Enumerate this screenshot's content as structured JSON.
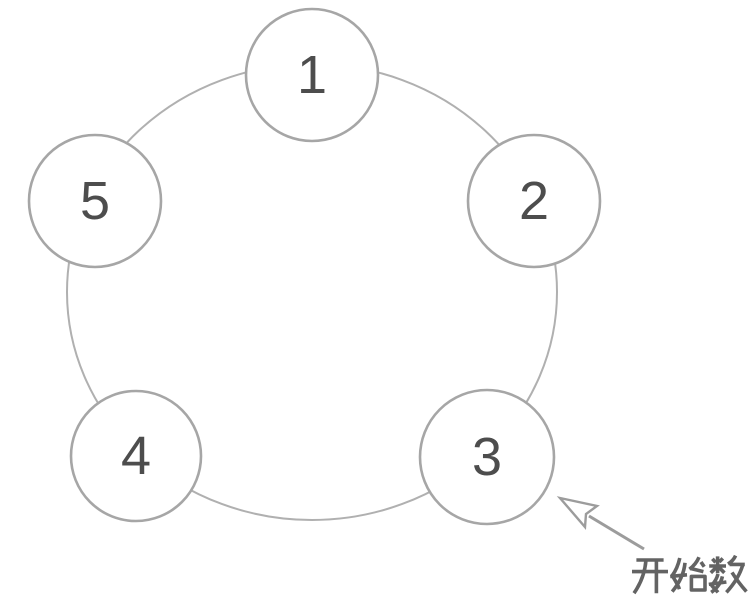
{
  "figure": {
    "nodes": [
      {
        "label": "1"
      },
      {
        "label": "2"
      },
      {
        "label": "3"
      },
      {
        "label": "4"
      },
      {
        "label": "5"
      }
    ],
    "annotation": {
      "label": "开始数",
      "arrow_points_to_node": "3"
    },
    "colors": {
      "background": "#ffffff",
      "ring_stroke": "#b0b0b0",
      "node_stroke": "#a6a6a6",
      "node_fill": "#ffffff",
      "digit": "#4d4d4d",
      "arrow": "#9c9c9c",
      "text": "#636363"
    }
  }
}
